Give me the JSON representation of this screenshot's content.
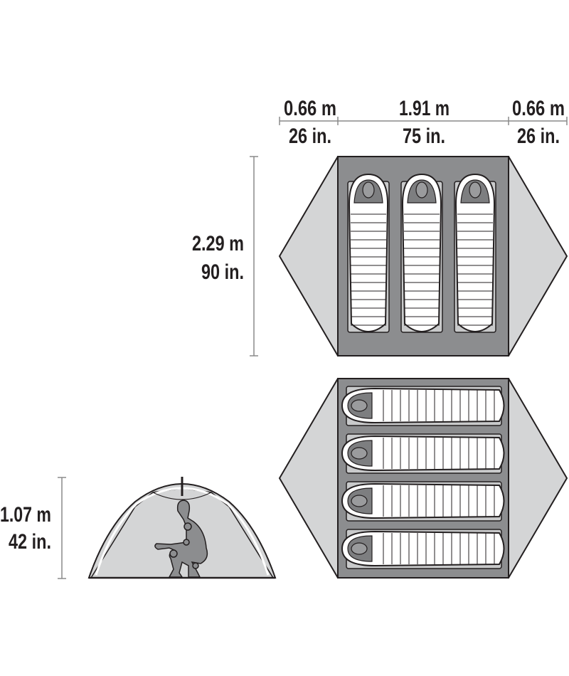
{
  "top_dimensions": {
    "left": {
      "metric": "0.66 m",
      "imperial": "26 in."
    },
    "center": {
      "metric": "1.91 m",
      "imperial": "75 in."
    },
    "right": {
      "metric": "0.66 m",
      "imperial": "26 in."
    }
  },
  "length_dimension": {
    "metric": "2.29 m",
    "imperial": "90 in."
  },
  "height_dimension": {
    "metric": "1.07 m",
    "imperial": "42 in."
  },
  "layouts": {
    "three_person_sleepers": 3,
    "four_person_sleepers": 4
  },
  "colors": {
    "outline": "#231f20",
    "vestibule": "#d4d5d6",
    "floor": "#8c8d8f",
    "pad": "#c9cacb",
    "bag": "#ffffff",
    "person": "#7d7e80"
  }
}
